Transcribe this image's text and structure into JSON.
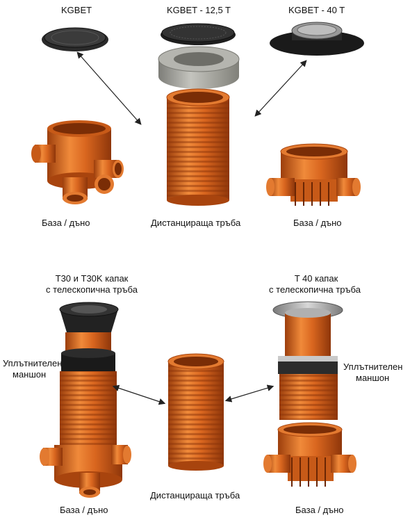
{
  "top": {
    "cover_1": "KGBET",
    "cover_2": "KGBET - 12,5 T",
    "cover_3": "KGBET - 40 T",
    "base_left": "База / дъно",
    "spacer_pipe": "Дистанцираща  тръба",
    "base_right": "База / дъно"
  },
  "bottom": {
    "left_title_1": "T30 и T30K капак",
    "left_title_2": "с телескопична тръба",
    "right_title_1": "T 40 капак",
    "right_title_2": "с телескопична тръба",
    "seal_left_1": "Уплътнителен",
    "seal_left_2": "маншон",
    "seal_right_1": "Уплътнителен",
    "seal_right_2": "маншон",
    "base_left": "База / дъно",
    "spacer_pipe": "Дистанцираща  тръба",
    "base_right": "База / дъно"
  },
  "colors": {
    "pvc_orange": "#d9661f",
    "pvc_dark": "#a8440e",
    "cover_black": "#1e1e1e",
    "concrete": "#a8a8a2"
  }
}
